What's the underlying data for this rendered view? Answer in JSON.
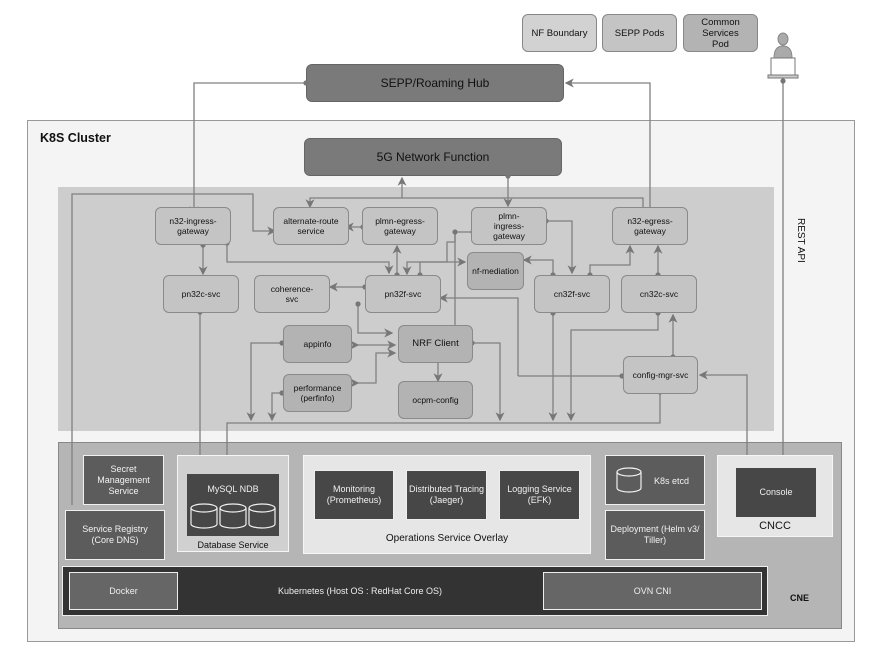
{
  "legend": {
    "nf_boundary": "NF Boundary",
    "sepp_pods": "SEPP Pods",
    "common_services_pod": "Common Services Pod"
  },
  "user_icon": "user-at-laptop-icon",
  "sepp_roaming_hub": "SEPP/Roaming Hub",
  "k8s_cluster": {
    "title": "K8S Cluster",
    "network_function": "5G Network Function",
    "rest_api": "REST API"
  },
  "sepp_services": {
    "n32_ingress_gateway": "n32-ingress-gateway",
    "alternate_route_service": "alternate-route service",
    "plmn_egress_gateway": "plmn-egress-gateway",
    "plmn_ingress_gateway": "plmn-ingress-gateway",
    "n32_egress_gateway": "n32-egress-gateway",
    "pn32c_svc": "pn32c-svc",
    "coherence_svc": "coherence-svc",
    "pn32f_svc": "pn32f-svc",
    "nf_mediation": "nf-mediation",
    "cn32f_svc": "cn32f-svc",
    "cn32c_svc": "cn32c-svc",
    "appinfo": "appinfo",
    "nrf_client": "NRF Client",
    "performance": "performance (perfinfo)",
    "ocpm_config": "ocpm-config",
    "config_mgr_svc": "config-mgr-svc"
  },
  "cne": {
    "label": "CNE",
    "secret_management": "Secret Management Service",
    "service_registry": "Service Registry (Core DNS)",
    "database": {
      "title": "MySQL NDB",
      "caption": "Database Service"
    },
    "operations": {
      "caption": "Operations Service Overlay",
      "monitoring": "Monitoring (Prometheus)",
      "tracing": "Distributed Tracing (Jaeger)",
      "logging": "Logging Service (EFK)"
    },
    "k8s_etcd": "K8s etcd",
    "deployment": "Deployment (Helm v3/ Tiller)",
    "cncc": {
      "console": "Console",
      "caption": "CNCC"
    },
    "kubernetes": {
      "docker": "Docker",
      "label": "Kubernetes (Host OS : RedHat Core OS)",
      "ovn_cni": "OVN CNI"
    }
  }
}
